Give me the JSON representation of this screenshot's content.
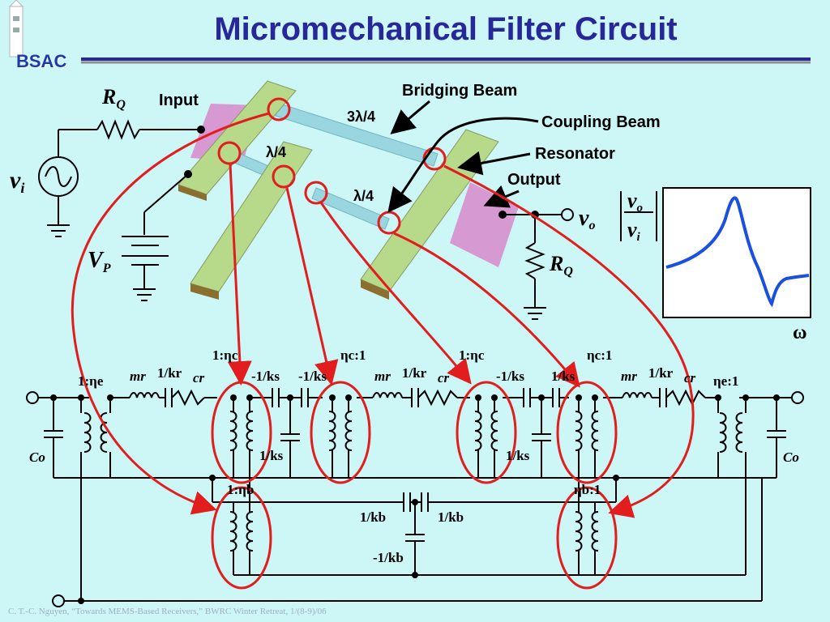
{
  "header": {
    "title": "Micromechanical Filter Circuit",
    "logo_text": "BSAC"
  },
  "labels": {
    "input": "Input",
    "bridging_beam": "Bridging Beam",
    "coupling_beam": "Coupling Beam",
    "resonator": "Resonator",
    "output": "Output",
    "three_lambda_4": "3λ/4",
    "lambda_4_a": "λ/4",
    "lambda_4_b": "λ/4",
    "rq_top": "R",
    "rq_sub": "Q",
    "rq_bottom": "R",
    "rq_bottom_sub": "Q",
    "vi": "v",
    "vi_sub": "i",
    "vp": "V",
    "vp_sub": "P",
    "vo": "v",
    "vo_sub": "o",
    "tf_num": "v",
    "tf_num_sub": "o",
    "tf_den": "v",
    "tf_den_sub": "i",
    "omega": "ω"
  },
  "circuit": {
    "ratio_1_eta_e": "1:ηe",
    "m_r_1": "mr",
    "k_r_1": "1/kr",
    "c_r_1": "cr",
    "ratio_1_eta_c_1": "1:ηc",
    "neg_k_s_1": "-1/ks",
    "neg_k_s_2": "-1/ks",
    "ratio_eta_c_1_a": "ηc:1",
    "m_r_2": "mr",
    "k_r_2": "1/kr",
    "c_r_2": "cr",
    "ratio_1_eta_c_2": "1:ηc",
    "neg_k_s_3": "-1/ks",
    "k_s_top": "1/ks",
    "ratio_eta_c_1_b": "ηc:1",
    "m_r_3": "mr",
    "k_r_3": "1/kr",
    "c_r_3": "cr",
    "ratio_eta_e_1": "ηe:1",
    "k_s_mid_1": "1/ks",
    "k_s_mid_2": "1/ks",
    "c_o_left": "Co",
    "c_o_right": "Co",
    "ratio_1_eta_b": "1:ηb",
    "ratio_eta_b_1": "ηb:1",
    "k_b_1": "1/kb",
    "k_b_2": "1/kb",
    "neg_k_b": "-1/kb"
  },
  "footer": {
    "citation": "C. T.-C. Nguyen, “Towards MEMS-Based Receivers,” BWRC Winter Retreat, 1/(8-9)/06"
  },
  "colors": {
    "title": "#27279a",
    "background": "#cdf6f6",
    "highlight": "#e21d1d",
    "beam": "#b6d98a",
    "electrode": "#d78fce",
    "coupler": "#9ad6e0",
    "response": "#1b4fe0"
  }
}
